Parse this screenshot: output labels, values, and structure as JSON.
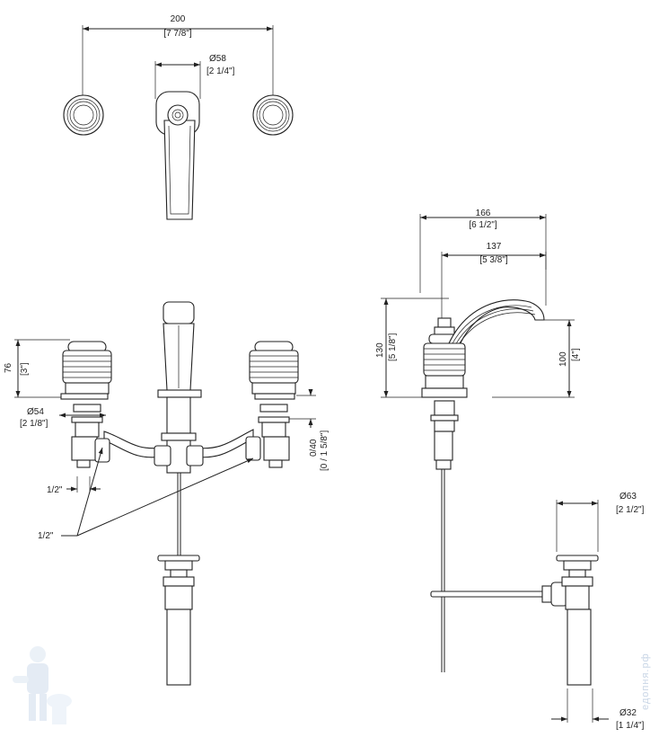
{
  "colors": {
    "line": "#222222",
    "background": "#ffffff",
    "watermark": "#c9d6e6"
  },
  "top_view": {
    "spread_mm": "200",
    "spread_in": "[7 7/8\"]",
    "spout_dia_mm": "Ø58",
    "spout_dia_in": "[2 1/4\"]"
  },
  "front_view": {
    "handle_height_mm": "76",
    "handle_height_in": "[3\"]",
    "handle_dia_mm": "Ø54",
    "handle_dia_in": "[2 1/8\"]",
    "deck_range": "0/40",
    "deck_range_in": "[0 / 1 5/8\"]",
    "inlet_label_1": "1/2\"",
    "inlet_label_2": "1/2\""
  },
  "side_view": {
    "reach_total_mm": "166",
    "reach_total_in": "[6 1/2\"]",
    "reach_mm": "137",
    "reach_in": "[5 3/8\"]",
    "height_mm": "130",
    "height_in": "[5 1/8\"]",
    "spout_height_mm": "100",
    "spout_height_in": "[4\"]"
  },
  "drain": {
    "flange_dia_mm": "Ø63",
    "flange_dia_in": "[2 1/2\"]",
    "tail_dia_mm": "Ø32",
    "tail_dia_in": "[1 1/4\"]"
  },
  "watermark": {
    "text": "едопня.рф",
    "icon": "plumber-mascot-icon"
  }
}
